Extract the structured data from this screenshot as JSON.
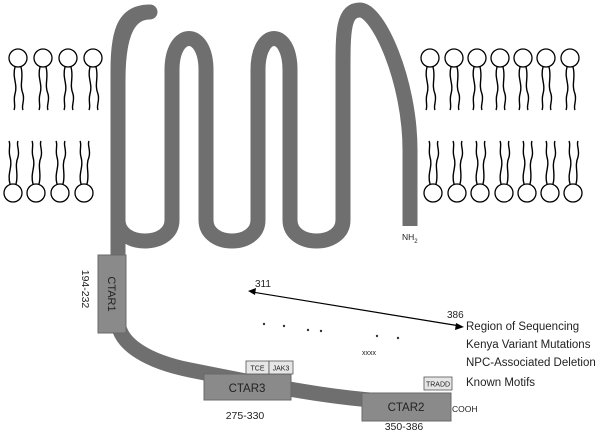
{
  "terminals": {
    "n_terminus": "NH",
    "n_terminus_sub": "2",
    "c_terminus": "COOH"
  },
  "domains": [
    {
      "name": "CTAR1",
      "range": "194-232"
    },
    {
      "name": "CTAR3",
      "range": "275-330"
    },
    {
      "name": "CTAR2",
      "range": "350-386"
    }
  ],
  "motifs": [
    "TCE",
    "JAK3",
    "TRADD"
  ],
  "sequencing_region": {
    "start": "311",
    "end": "386"
  },
  "deletion_mark": "xxxx",
  "legend": [
    "Region of Sequencing",
    "Kenya Variant Mutations",
    "NPC-Associated Deletion",
    "Known Motifs"
  ],
  "colors": {
    "protein": "#6f6f6f",
    "domain_box": "#8a8a8a",
    "motif_box": "#e6e6e6",
    "lipid": "#000000"
  }
}
